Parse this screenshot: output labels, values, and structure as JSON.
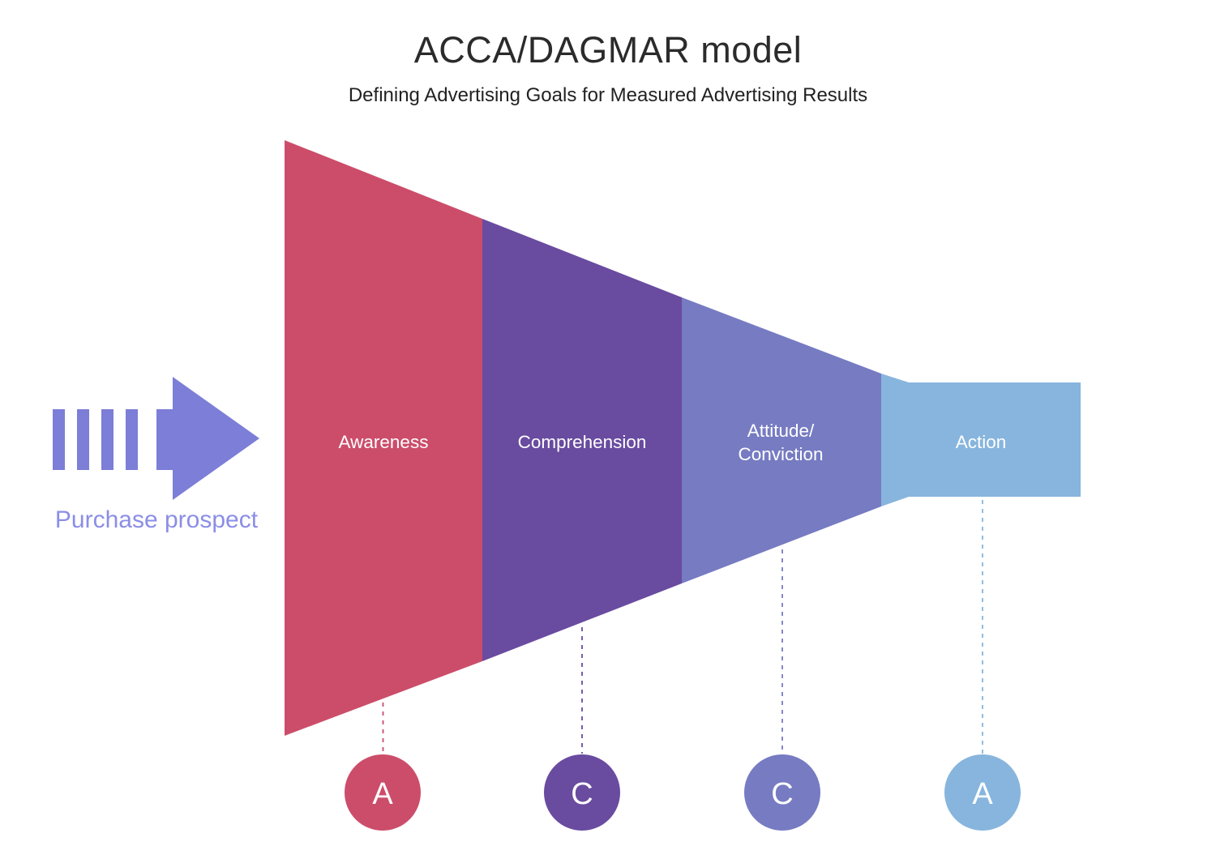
{
  "header": {
    "title": "ACCA/DAGMAR model",
    "subtitle": "Defining Advertising Goals for Measured Advertising Results"
  },
  "prospect_arrow": {
    "label": "Purchase prospect",
    "color": "#7c7ed7",
    "label_color": "#8b8ee6"
  },
  "funnel": {
    "label_color": "#ffffff",
    "stages": [
      {
        "name": "Awareness",
        "lines": [
          "Awareness"
        ],
        "letter": "A",
        "color": "#cc4d6a"
      },
      {
        "name": "Comprehension",
        "lines": [
          "Comprehension"
        ],
        "letter": "C",
        "color": "#694ba0"
      },
      {
        "name": "Attitude/Conviction",
        "lines": [
          "Attitude/",
          "Conviction"
        ],
        "letter": "C",
        "color": "#767bc2"
      },
      {
        "name": "Action",
        "lines": [
          "Action"
        ],
        "letter": "A",
        "color": "#87b5dd"
      }
    ]
  }
}
